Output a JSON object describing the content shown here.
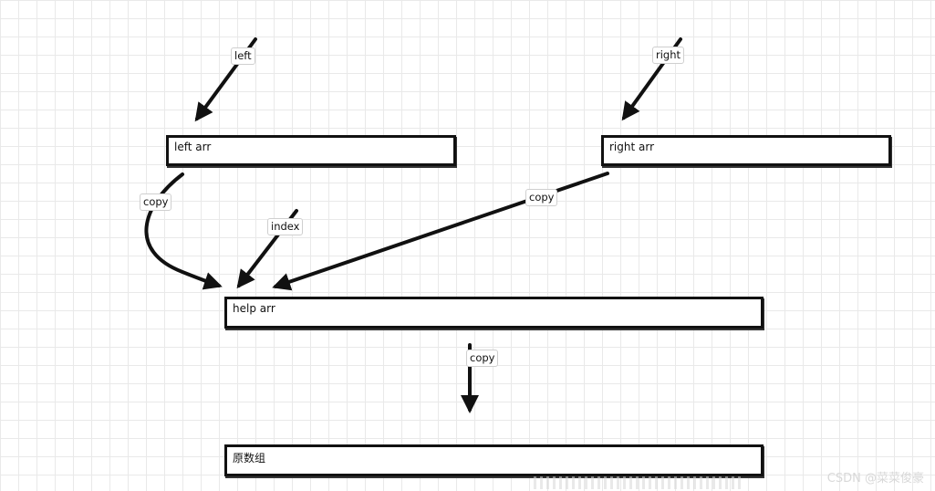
{
  "diagram": {
    "boxes": {
      "left_arr": "left arr",
      "right_arr": "right arr",
      "help_arr": "help arr",
      "original_arr": "原数组"
    },
    "labels": {
      "left": "left",
      "right": "right",
      "copy_left": "copy",
      "index": "index",
      "copy_right": "copy",
      "copy_down": "copy"
    },
    "watermark": "CSDN @菜菜俊豪"
  }
}
